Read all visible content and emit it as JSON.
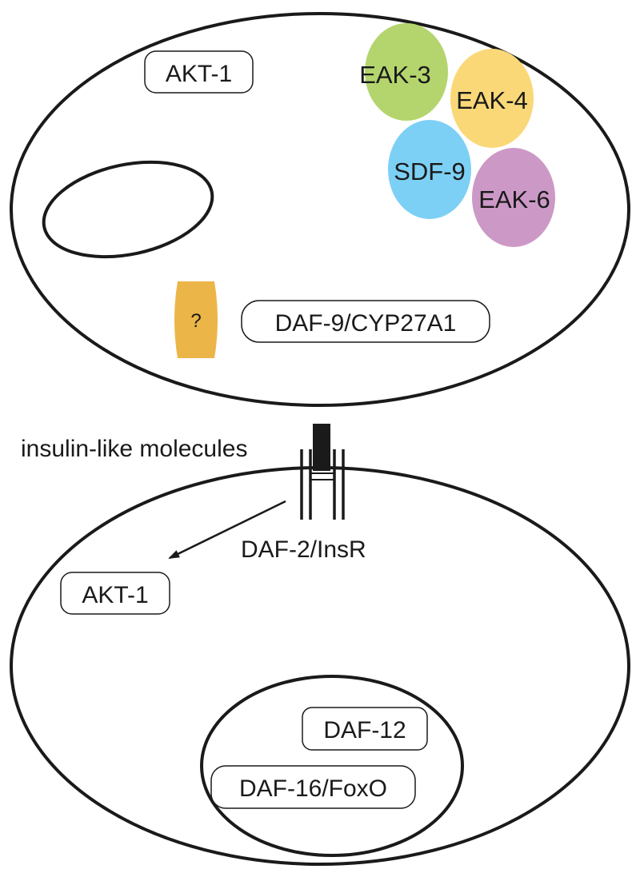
{
  "upper_cell": {
    "akt1": "AKT-1",
    "complex": {
      "eak3": "EAK-3",
      "eak4": "EAK-4",
      "sdf9": "SDF-9",
      "eak6": "EAK-6"
    },
    "unknown_enzyme": "?",
    "daf9": "DAF-9/CYP27A1"
  },
  "signal": {
    "ligand_label": "insulin-like molecules",
    "receptor_label": "DAF-2/InsR"
  },
  "lower_cell": {
    "akt1": "AKT-1",
    "nucleus": {
      "daf12": "DAF-12",
      "daf16": "DAF-16/FoxO"
    }
  },
  "colors": {
    "eak3": "#b4d56e",
    "eak4": "#fad878",
    "sdf9": "#7dd0f5",
    "eak6": "#cc99c7",
    "unknown_enzyme": "#ebb547",
    "line": "#1a1a1a"
  }
}
